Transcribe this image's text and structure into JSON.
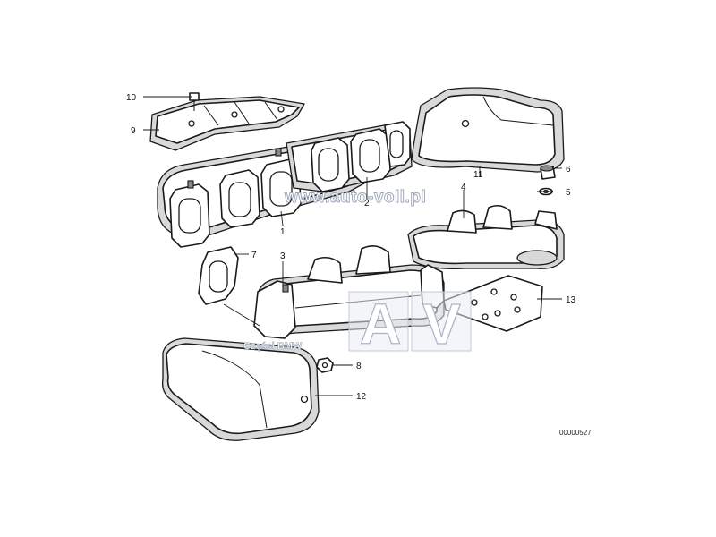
{
  "callouts": {
    "c1": "1",
    "c2": "2",
    "c3": "3",
    "c4": "4",
    "c5": "5",
    "c6": "6",
    "c7": "7",
    "c8": "8",
    "c9": "9",
    "c10": "10",
    "c11": "11",
    "c12": "12",
    "c13": "13"
  },
  "watermark": {
    "site": "www.auto-voll.pl",
    "brand": "Części BMW",
    "letter_a": "A",
    "letter_v": "V"
  },
  "drawing_code": "00000527",
  "colors": {
    "line": "#1a1a1a",
    "shade": "#d9d9d9",
    "watermark": "#aab3c8"
  }
}
